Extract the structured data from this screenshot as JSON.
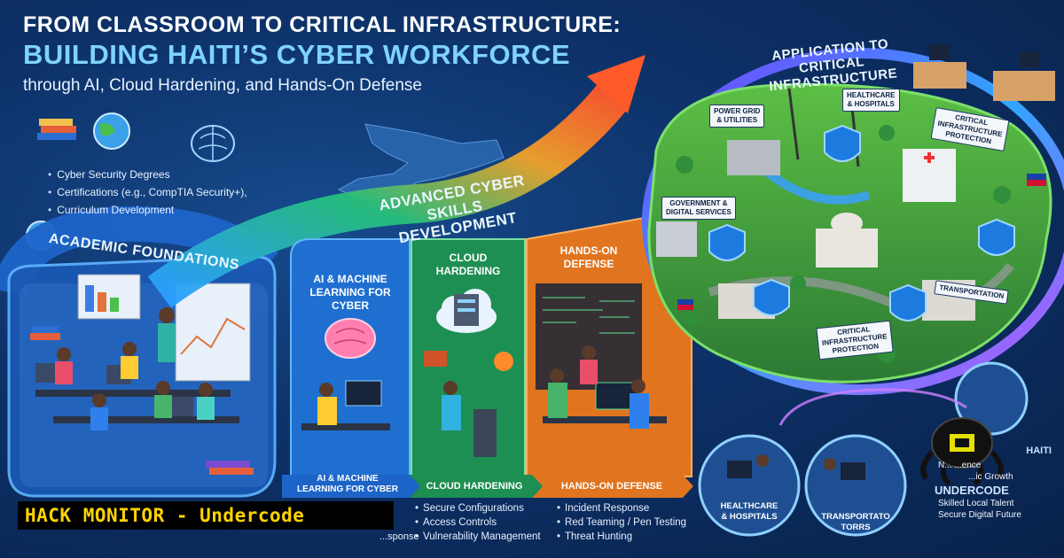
{
  "title": {
    "line1": "FROM CLASSROOM TO CRITICAL INFRASTRUCTURE:",
    "line2": "BUILDING HAITI’S CYBER WORKFORCE",
    "line3": "through AI, Cloud Hardening, and Hands-On Defense"
  },
  "academic": {
    "arc_label": "ACADEMIC FOUNDATIONS",
    "bullets": [
      "Cyber Security Degrees",
      "Certifications (e.g., CompTIA Security+),",
      "Curriculum Development"
    ]
  },
  "advanced": {
    "arc_label_1": "ADVANCED CYBER SKILLS",
    "arc_label_2": "DEVELOPMENT"
  },
  "panels": {
    "ai": {
      "title_1": "AI & MACHINE",
      "title_2": "LEARNING FOR",
      "title_3": "CYBER"
    },
    "cloud": {
      "title_1": "CLOUD",
      "title_2": "HARDENING"
    },
    "defense": {
      "title_1": "HANDS-ON",
      "title_2": "DEFENSE"
    }
  },
  "strips": {
    "ai_1": "AI & MACHINE",
    "ai_2": "LEARNING FOR CYBER",
    "cloud": "CLOUD HARDENING",
    "defense": "HANDS-ON DEFENSE"
  },
  "lists": {
    "cloud": [
      "Secure Configurations",
      "Access Controls",
      "Vulnerability Management"
    ],
    "defense": [
      "Incident Response",
      "Red Teaming / Pen Testing",
      "Threat Hunting"
    ],
    "ai_partial": "...sponse"
  },
  "infra": {
    "arc_label_1": "APPLICATION TO",
    "arc_label_2": "CRITICAL INFRASTRUCTURE",
    "tags": {
      "power_1": "POWER GRID",
      "power_2": "& UTILITIES",
      "health_1": "HEALTHCARE",
      "health_2": "& HOSPITALS",
      "cip_1": "CRITICAL",
      "cip_2": "INFRASTRUCTURE",
      "cip_3": "PROTECTION",
      "gov_1": "GOVERNMENT &",
      "gov_2": "DIGITAL SERVICES",
      "transport": "TRANSPORTATION",
      "cip2_1": "CRITICAL",
      "cip2_2": "INFRASTRUCTURE",
      "cip2_3": "PROTECTION"
    }
  },
  "badges": {
    "healthcare_1": "HEALTHCARE",
    "healthcare_2": "& HOSPITALS",
    "transport_1": "TRANSPORTATO",
    "transport_2": "TORRS"
  },
  "brand": {
    "title": "HAITI",
    "line1": "N... ...ence",
    "line2": "...ic Growth",
    "line3": "Skilled Local Talent",
    "line4": "Secure Digital Future",
    "logo": "UNDERCODE"
  },
  "watermark": "HACK MONITOR - Undercode",
  "colors": {
    "navy": "#0b2a57",
    "cyan": "#7fd3ff",
    "blue_panel": "#1f6fd0",
    "green_panel": "#1e8f52",
    "orange_panel": "#e0741f",
    "island_green": "#3a9a3a",
    "shield": "#1d7be0",
    "yellow": "#ffd400"
  }
}
